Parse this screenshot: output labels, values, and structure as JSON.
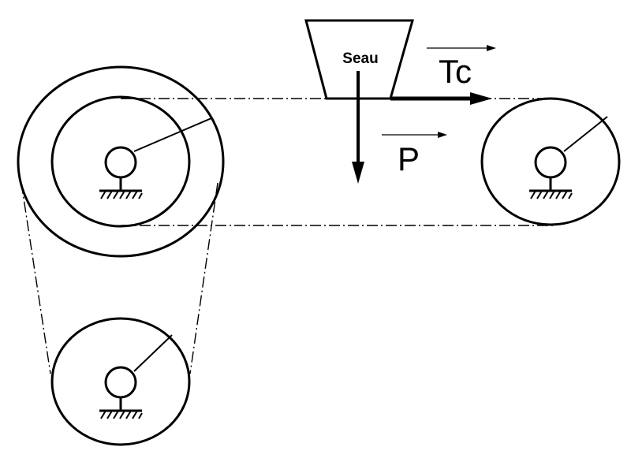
{
  "bucket": {
    "label": "Seau"
  },
  "forces": {
    "tension": {
      "label": "Tc"
    },
    "weight": {
      "label": "P"
    }
  },
  "colors": {
    "ink": "#000000",
    "background": "#ffffff"
  }
}
